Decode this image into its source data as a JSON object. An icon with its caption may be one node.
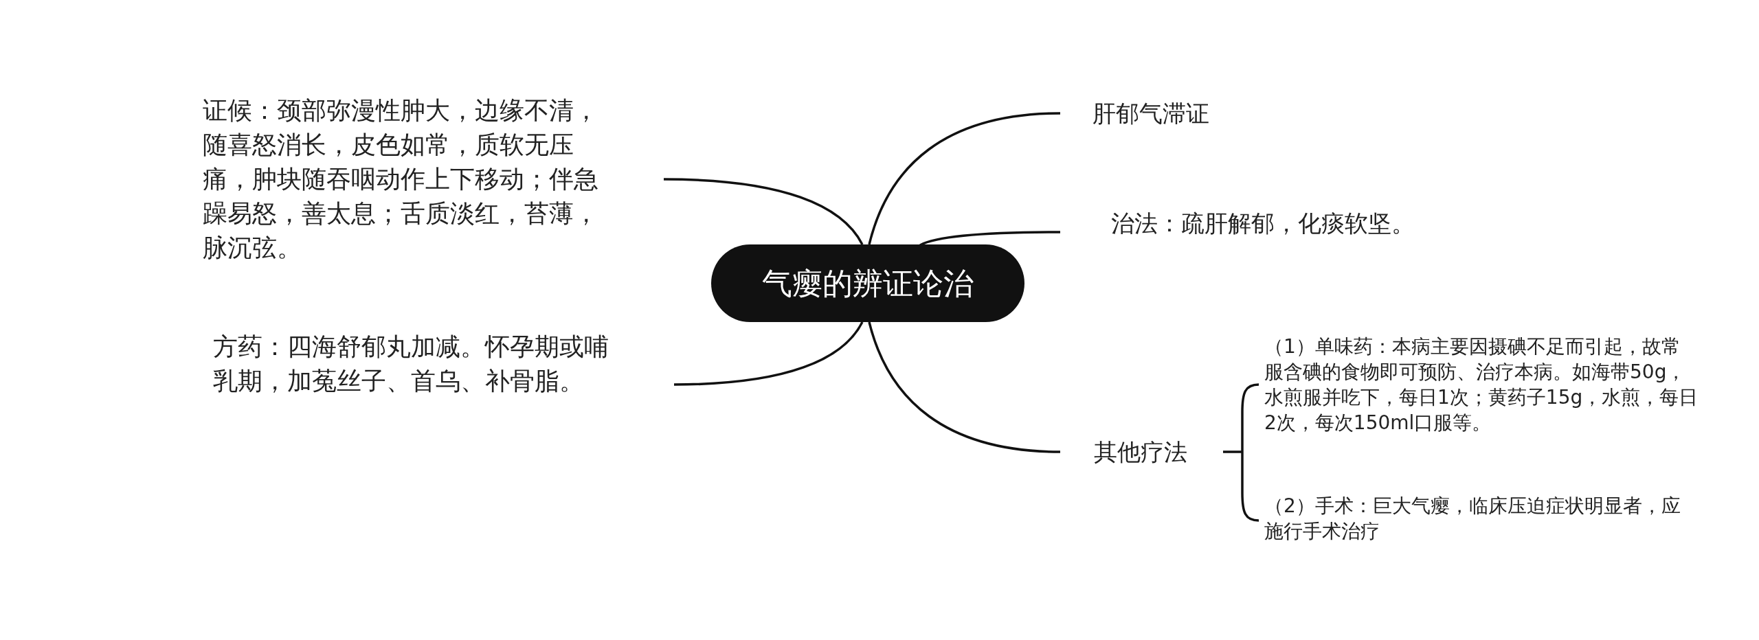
{
  "diagram": {
    "nodes": [
      {
        "text": [
          "气瘿的辨证论治"
        ]
      },
      {
        "text": [
          "肝郁气滞证"
        ]
      },
      {
        "text": [
          "治法：疏肝解郁，化痰软坚。"
        ]
      },
      {
        "text": [
          "其他疗法"
        ]
      },
      {
        "text": [
          "（1）单味药：本病主要因摄碘不足而引起，故常服含碘的食物即可预防、治疗本病。如海带50g，水煎服并吃下，每日1次；黄药子15g，水煎，每日2次，每次150ml口服等。"
        ]
      },
      {
        "text": [
          "（2）手术：巨大气瘿，临床压迫症状明显者，应施行手术治疗"
        ]
      },
      {
        "text": [
          "证候：颈部弥漫性肿大，边缘不清，随喜怒消长，皮色如常，质软无压痛，肿块随吞咽动作上下移动；伴急躁易怒，善太息；舌质淡红，苔薄，脉沉弦。"
        ]
      },
      {
        "text": [
          "方药：四海舒郁丸加减。怀孕期或哺乳期，加菟丝子、首乌、补骨脂。"
        ]
      }
    ],
    "edges": [
      {
        "from": 0,
        "to": 1,
        "arrow": "none"
      },
      {
        "from": 0,
        "to": 2,
        "arrow": "none"
      },
      {
        "from": 0,
        "to": 3,
        "arrow": "none"
      },
      {
        "from": 0,
        "to": 6,
        "arrow": "none"
      },
      {
        "from": 0,
        "to": 7,
        "arrow": "none"
      },
      {
        "from": 3,
        "to": 4,
        "arrow": "none"
      },
      {
        "from": 3,
        "to": 5,
        "arrow": "none"
      }
    ]
  }
}
